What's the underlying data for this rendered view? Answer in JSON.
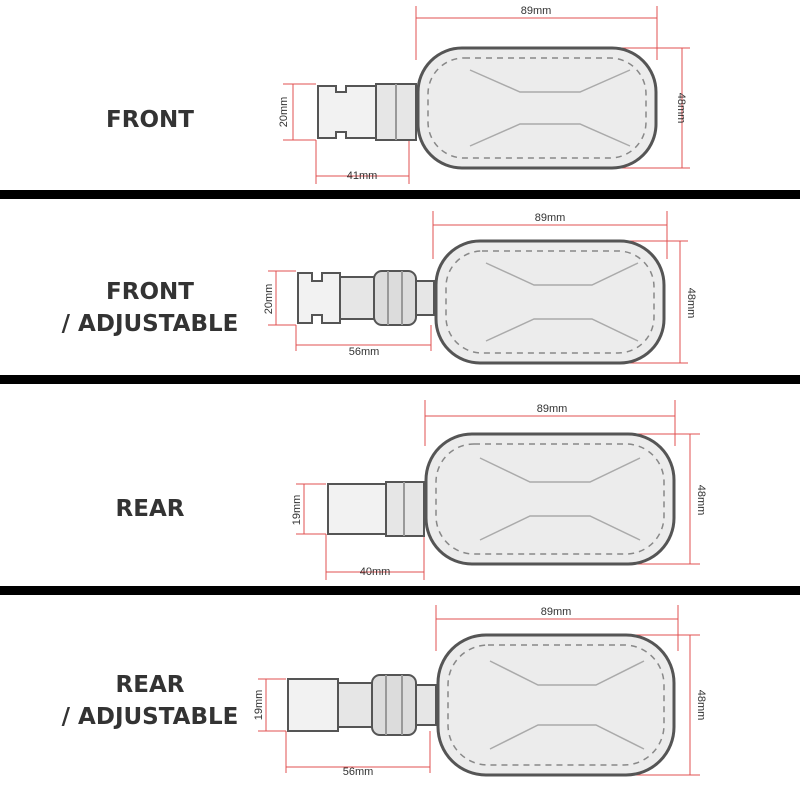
{
  "colors": {
    "dimension_line": "#e05050",
    "text": "#333333",
    "divider": "#000000",
    "product_outline": "#555555",
    "product_fill": "#ececec"
  },
  "panels": [
    {
      "id": "front",
      "title_lines": [
        "FRONT"
      ],
      "length": "89mm",
      "width": "48mm",
      "arm_height": "20mm",
      "arm_length": "41mm",
      "adjustable": false
    },
    {
      "id": "front-adjustable",
      "title_lines": [
        "FRONT",
        "/ ADJUSTABLE"
      ],
      "length": "89mm",
      "width": "48mm",
      "arm_height": "20mm",
      "arm_length": "56mm",
      "adjustable": true
    },
    {
      "id": "rear",
      "title_lines": [
        "REAR"
      ],
      "length": "89mm",
      "width": "48mm",
      "arm_height": "19mm",
      "arm_length": "40mm",
      "adjustable": false
    },
    {
      "id": "rear-adjustable",
      "title_lines": [
        "REAR",
        "/ ADJUSTABLE"
      ],
      "length": "89mm",
      "width": "48mm",
      "arm_height": "19mm",
      "arm_length": "56mm",
      "adjustable": true
    }
  ]
}
